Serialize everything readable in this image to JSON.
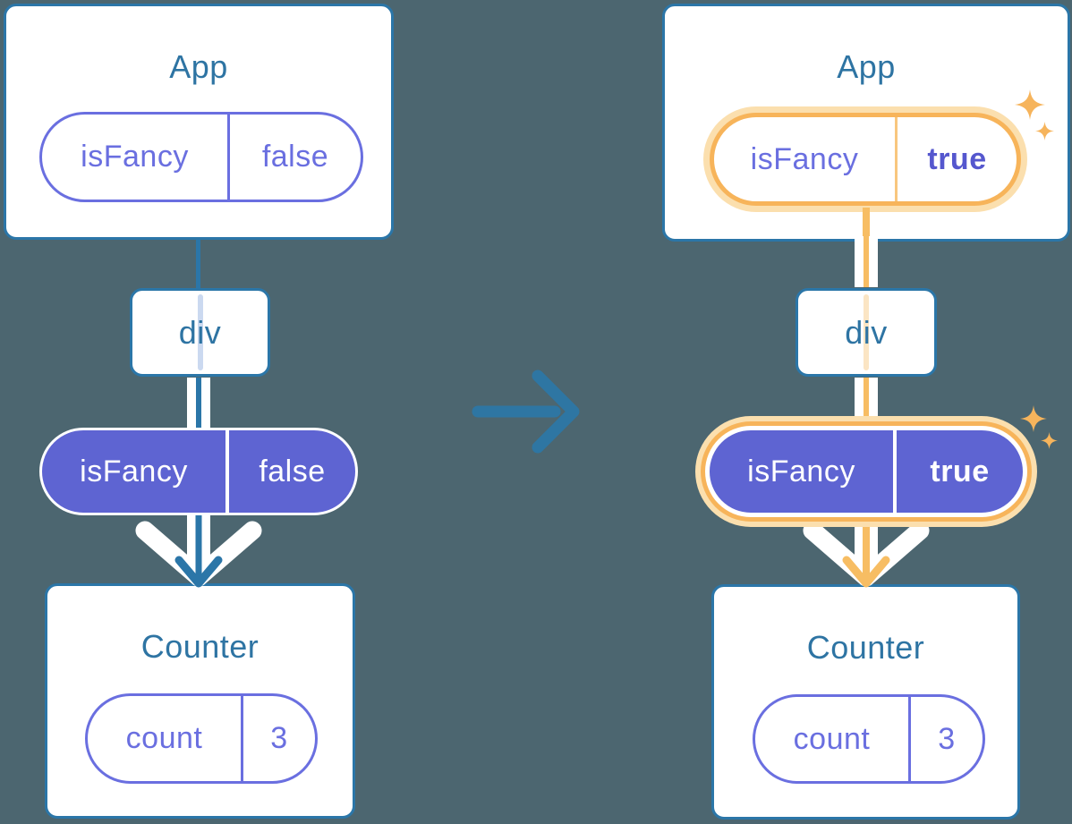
{
  "colors": {
    "background": "#4C6670",
    "node_border": "#2B76A8",
    "node_title": "#2E74A3",
    "prop_outline": "#6A6FE0",
    "prop_fill": "#5E64D2",
    "highlight": "#F7B45A",
    "highlight_soft": "#FBDFAE",
    "highlight_core": "#F7BD63",
    "bold_value_color": "#5557CE",
    "ghost_line_left": "#CBD9F0",
    "ghost_line_right": "#FBE5C4",
    "sparkle": "#F6B45C",
    "transition_arrow": "#2E76A3"
  },
  "left": {
    "app": {
      "title": "App",
      "prop": {
        "key": "isFancy",
        "value": "false"
      }
    },
    "div": {
      "title": "div"
    },
    "passed": {
      "key": "isFancy",
      "value": "false"
    },
    "counter": {
      "title": "Counter",
      "state": {
        "key": "count",
        "value": "3"
      }
    }
  },
  "right": {
    "app": {
      "title": "App",
      "prop": {
        "key": "isFancy",
        "value": "true"
      }
    },
    "div": {
      "title": "div"
    },
    "passed": {
      "key": "isFancy",
      "value": "true"
    },
    "counter": {
      "title": "Counter",
      "state": {
        "key": "count",
        "value": "3"
      }
    }
  }
}
